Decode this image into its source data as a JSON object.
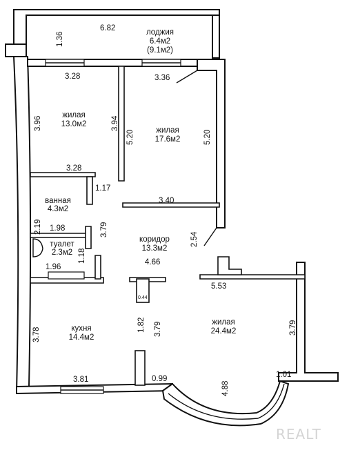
{
  "rooms": {
    "loggia": {
      "name": "лоджия",
      "area": "6.4м2",
      "area_alt": "(9.1м2)"
    },
    "living1": {
      "name": "жилая",
      "area": "13.0м2"
    },
    "living2": {
      "name": "жилая",
      "area": "17.6м2"
    },
    "bathroom": {
      "name": "ванная",
      "area": "4.3м2"
    },
    "toilet": {
      "name": "туалет",
      "area": "2.3м2"
    },
    "corridor": {
      "name": "коридор",
      "area": "13.3м2"
    },
    "kitchen": {
      "name": "кухня",
      "area": "14.4м2"
    },
    "living3": {
      "name": "жилая",
      "area": "24.4м2"
    }
  },
  "dimensions": {
    "loggia_width": "6.82",
    "loggia_depth": "1.36",
    "l1_top": "3.28",
    "l2_top": "3.36",
    "l1_left": "3.96",
    "l1_right": "3.94",
    "l2_left": "5.20",
    "l2_right": "5.20",
    "bath_top": "3.28",
    "bath_right": "1.17",
    "bath_left": "2.19",
    "corr_top": "3.40",
    "toilet_top": "1.98",
    "corr_left": "3.79",
    "toilet_right": "1.18",
    "corr_right": "2.54",
    "corr_width": "4.66",
    "toilet_bottom": "1.96",
    "column": "0.44",
    "l3_top": "5.53",
    "kitchen_left": "3.78",
    "kitchen_right1": "1.82",
    "kitchen_right2": "3.79",
    "l3_right": "3.79",
    "kitchen_bottom": "3.81",
    "kitchen_door": "0.99",
    "bay_depth": "4.88",
    "l3_bottom": "1.01"
  },
  "watermark": "REALT"
}
